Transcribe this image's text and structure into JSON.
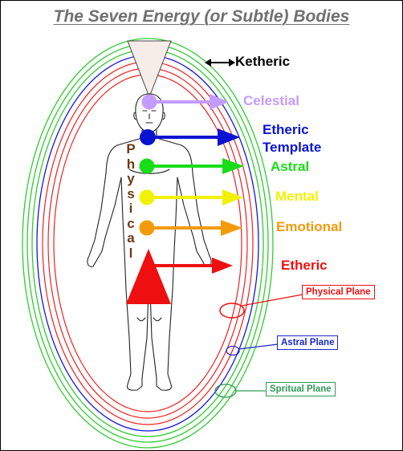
{
  "title": "The Seven Energy (or Subtle) Bodies",
  "physical_label": "Physical",
  "bodies": [
    {
      "name": "Ketheric",
      "color": "#000000"
    },
    {
      "name": "Celestial",
      "color": "#c49bff"
    },
    {
      "name": "Etheric Template",
      "color": "#0a14d0"
    },
    {
      "name": "Astral",
      "color": "#18dd18"
    },
    {
      "name": "Mental",
      "color": "#f2f200"
    },
    {
      "name": "Emotional",
      "color": "#f39a0a"
    },
    {
      "name": "Etheric",
      "color": "#ee1010"
    }
  ],
  "planes": [
    {
      "name": "Physical Plane",
      "color": "#ee1010"
    },
    {
      "name": "Astral Plane",
      "color": "#1a28c8"
    },
    {
      "name": "Spritual Plane",
      "color": "#2e9a55"
    }
  ]
}
